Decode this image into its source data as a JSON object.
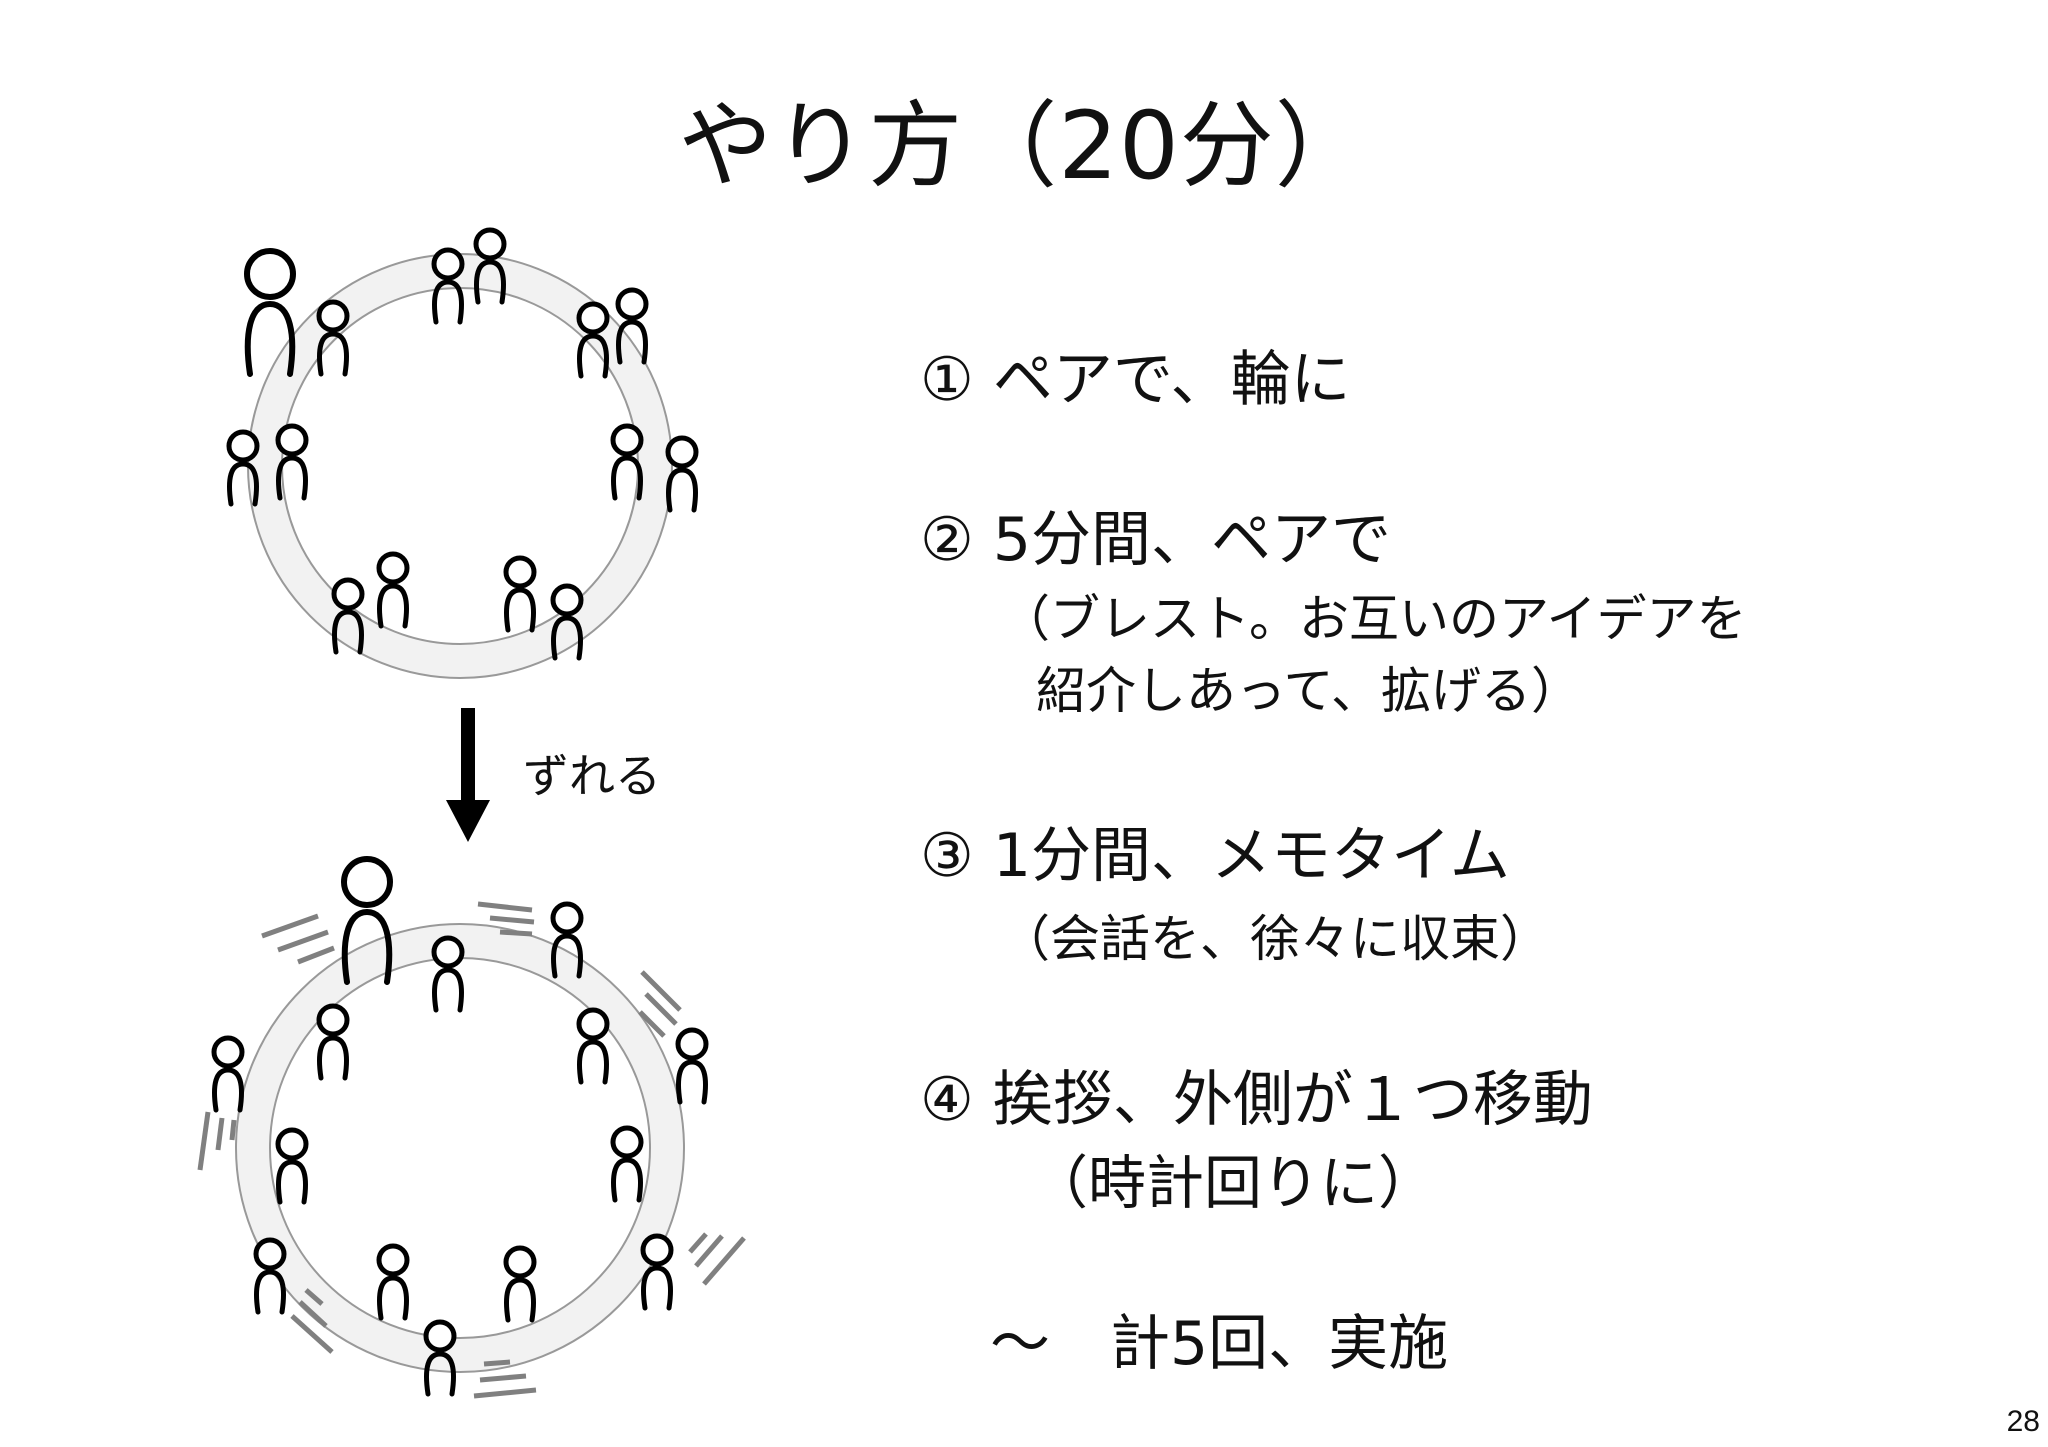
{
  "title": "やり方（20分）",
  "shift_label": "ずれる",
  "steps": [
    {
      "text": "① ペアで、輪に"
    },
    {
      "text": "② 5分間、ペアで",
      "sub": [
        "（ブレスト。お互いのアイデアを",
        "紹介しあって、拡げる）"
      ]
    },
    {
      "text": "③ 1分間、メモタイム",
      "sub": [
        "（会話を、徐々に収束）"
      ]
    },
    {
      "text": "④ 挨拶、外側が１つ移動",
      "sub": [
        "（時計回りに）"
      ]
    }
  ],
  "summary": "～　計5回、実施",
  "page_number": "28",
  "colors": {
    "ring_fill": "#f2f2f2",
    "ring_stroke": "#999999",
    "person": "#000000",
    "motion_lines": "#808080"
  }
}
